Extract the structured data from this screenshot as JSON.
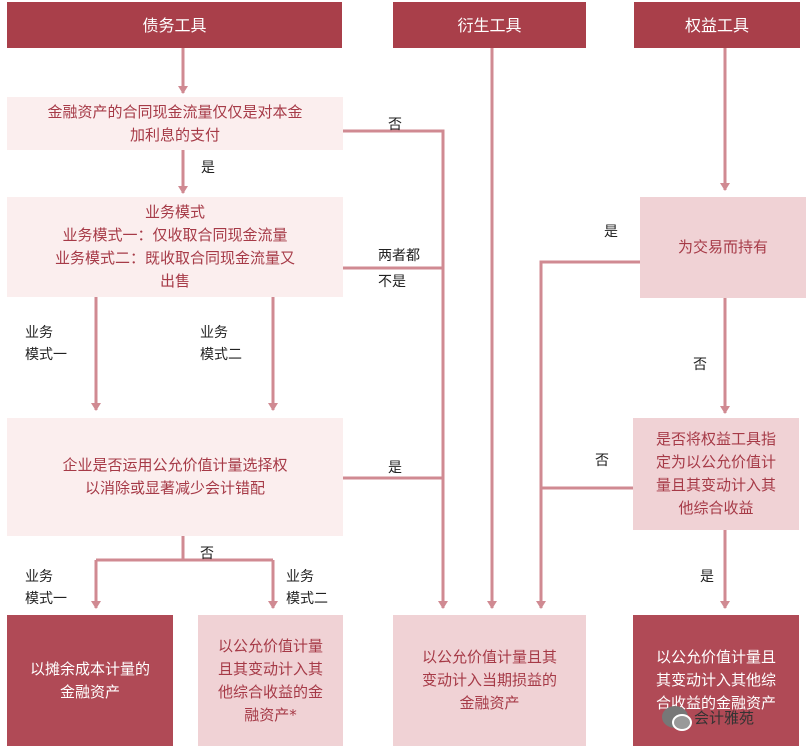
{
  "headers": {
    "debt": "债务工具",
    "derivative": "衍生工具",
    "equity": "权益工具"
  },
  "boxes": {
    "sppi": "金融资产的合同现金流量仅仅是对本金\n加利息的支付",
    "business_model": "业务模式\n业务模式一：仅收取合同现金流量\n业务模式二：既收取合同现金流量又\n出售",
    "fvo_election": "企业是否运用公允价值计量选择权\n以消除或显著减少会计错配",
    "held_for_trading": "为交易而持有",
    "oci_designation": "是否将权益工具指\n定为以公允价值计\n量且其变动计入其\n他综合收益",
    "amortized_cost": "以摊余成本计量的\n金融资产",
    "fvoci_debt": "以公允价值计量\n且其变动计入其\n他综合收益的金\n融资产*",
    "fvtpl": "以公允价值计量且其\n变动计入当期损益的\n金融资产",
    "fvoci_equity": "以公允价值计量且\n其变动计入其他综\n合收益的金融资产"
  },
  "labels": {
    "no_sppi": "否",
    "yes_sppi": "是",
    "neither_top": "两者都",
    "neither_bottom": "不是",
    "bm1_left": "业务\n模式一",
    "bm2_left": "业务\n模式二",
    "yes_fvo": "是",
    "no_fvo": "否",
    "bm1_bottom": "业务\n模式一",
    "bm2_bottom": "业务\n模式二",
    "yes_trading": "是",
    "no_trading": "否",
    "no_oci": "否",
    "yes_oci": "是"
  },
  "watermark": {
    "text": "会计雅苑",
    "icon": "wechat-icon"
  },
  "colors": {
    "header": "#a93f4a",
    "pale_box": "#fbeeee",
    "mid_box": "#f0d2d5",
    "dark_box": "#b04a56",
    "arrow": "#d08a92",
    "text": "#a63a47"
  }
}
